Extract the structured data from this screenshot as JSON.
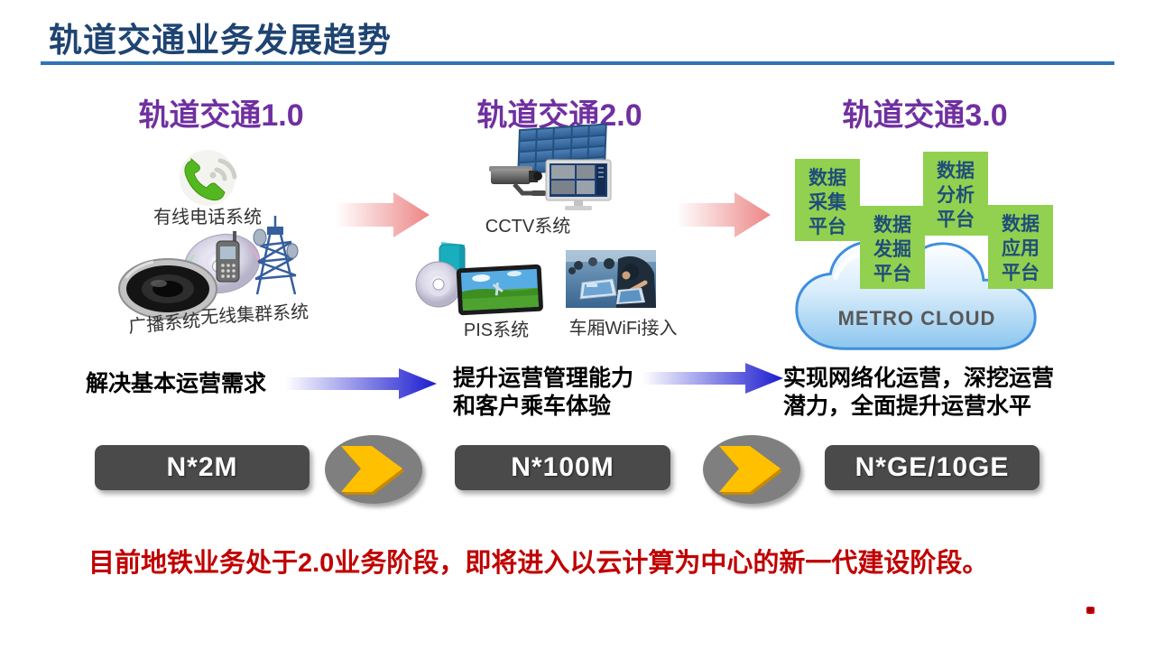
{
  "title": "轨道交通业务发展趋势",
  "stage1": {
    "header": "轨道交通1.0",
    "phone_label": "有线电话系统",
    "broadcast_label": "广播系统",
    "trunking_label": "无线集群系统",
    "goal": "解决基本运营需求",
    "bandwidth": "N*2M"
  },
  "stage2": {
    "header": "轨道交通2.0",
    "cctv_label": "CCTV系统",
    "pis_label": "PIS系统",
    "wifi_label": "车厢WiFi接入",
    "goal_line1": "提升运营管理能力",
    "goal_line2": "和客户乘车体验",
    "bandwidth": "N*100M"
  },
  "stage3": {
    "header": "轨道交通3.0",
    "platforms": [
      {
        "lines": [
          "数据",
          "采集",
          "平台"
        ]
      },
      {
        "lines": [
          "数据",
          "发掘",
          "平台"
        ]
      },
      {
        "lines": [
          "数据",
          "分析",
          "平台"
        ]
      },
      {
        "lines": [
          "数据",
          "应用",
          "平台"
        ]
      }
    ],
    "cloud_label": "METRO CLOUD",
    "goal_line1": "实现网络化运营，深挖运营",
    "goal_line2": "潜力，全面提升运营水平",
    "bandwidth": "N*GE/10GE"
  },
  "footer": "目前地铁业务处于2.0业务阶段，即将进入以云计算为中心的新一代建设阶段。",
  "colors": {
    "title_navy": "#1E4472",
    "rule_blue": "#2E74B5",
    "stage_purple": "#7030A0",
    "platform_green": "#92D050",
    "platform_text": "#1F4E79",
    "arrow_pink": "#ED8585",
    "arrow_blue": "#1B1BD0",
    "bandwidth_gray": "#4A4A4A",
    "chevron_yellow": "#FFC000",
    "footer_red": "#C00000"
  },
  "icons": {
    "phone": "wired-phone-icon",
    "broadcast": "speaker-cd-icon",
    "trunking": "mobile-radio-tower-icon",
    "cctv": "video-wall-camera-monitor-icon",
    "pis": "cd-softwarebox-screen-icon",
    "wifi": "train-wifi-photo",
    "cloud": "metro-cloud-icon",
    "chevron": "yellow-chevron-icon"
  }
}
